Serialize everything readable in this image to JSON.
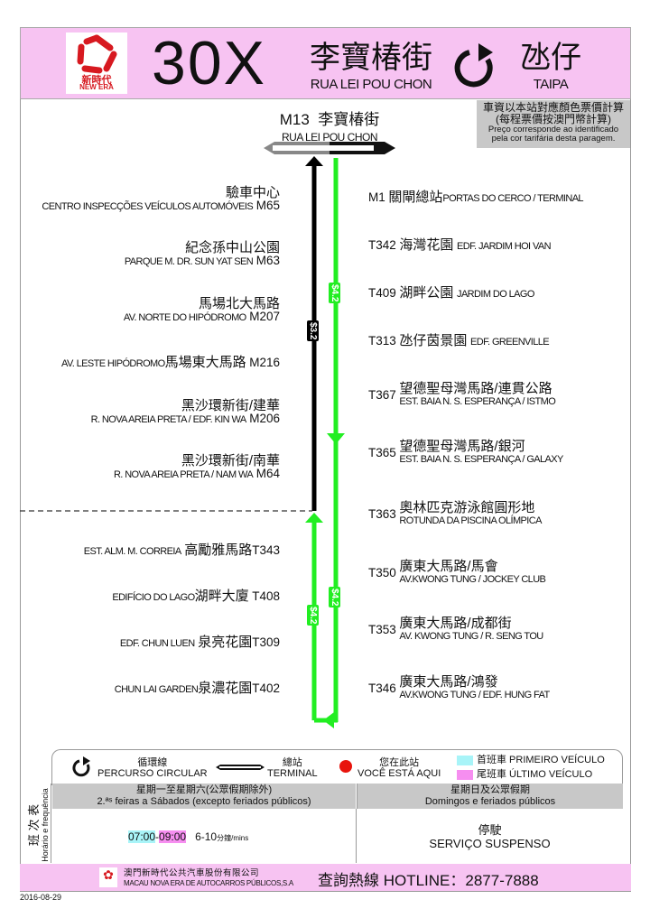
{
  "header": {
    "logo_cn": "新時代",
    "logo_en": "NEW ERA",
    "route_number": "30X",
    "origin_cn": "李寶椿街",
    "origin_en": "RUA LEI POU CHON",
    "circular_icon": "circular-arrow-icon",
    "dest_cn": "氹仔",
    "dest_en": "TAIPA",
    "brand_color": "#d71920",
    "header_bg": "#f7c3f2"
  },
  "current_stop": {
    "code": "M13",
    "cn": "李寶椿街",
    "en": "RUA LEI POU CHON"
  },
  "fare_note": {
    "line1": "車資以本站對應顏色票價計算",
    "line2": "(每程票價按澳門幣計算)",
    "line3": "Preço corresponde ao identificado",
    "line4": "pela cor tarifária desta paragem."
  },
  "fares": {
    "black": "$3.2",
    "green": "$4.2",
    "black_color": "#000000",
    "green_color": "#22ee22"
  },
  "left_stops": [
    {
      "code": "M65",
      "cn": "驗車中心",
      "en": "CENTRO INSPECÇÕES VEÍCULOS AUTOMÓVEIS"
    },
    {
      "code": "M63",
      "cn": "紀念孫中山公園",
      "en": "PARQUE M. DR. SUN YAT SEN"
    },
    {
      "code": "M207",
      "cn": "馬場北大馬路",
      "en": "AV. NORTE DO HIPÓDROMO"
    },
    {
      "code": "M216",
      "cn": "馬場東大馬路",
      "en": "AV. LESTE HIPÓDROMO"
    },
    {
      "code": "M206",
      "cn": "黑沙環新街/建華",
      "en": "R. NOVA AREIA PRETA / EDF. KIN WA"
    },
    {
      "code": "M64",
      "cn": "黑沙環新街/南華",
      "en": "R. NOVA AREIA PRETA / NAM WA"
    },
    {
      "code": "T343",
      "cn": "高勵雅馬路",
      "en": "EST. ALM. M. CORREIA"
    },
    {
      "code": "T408",
      "cn": "湖畔大廈",
      "en": "EDIFÍCIO DO LAGO"
    },
    {
      "code": "T309",
      "cn": "泉亮花園",
      "en": "EDF. CHUN LUEN"
    },
    {
      "code": "T402",
      "cn": "泉濃花園",
      "en": "CHUN LAI GARDEN"
    }
  ],
  "right_stops": [
    {
      "code": "M1",
      "cn": "關閘總站",
      "en": "PORTAS DO CERCO / TERMINAL"
    },
    {
      "code": "T342",
      "cn": "海灣花園",
      "en": "EDF. JARDIM HOI VAN"
    },
    {
      "code": "T409",
      "cn": "湖畔公園",
      "en": "JARDIM DO LAGO"
    },
    {
      "code": "T313",
      "cn": "氹仔茵景園",
      "en": "EDF. GREENVILLE"
    },
    {
      "code": "T367",
      "cn": "望德聖母灣馬路/連貫公路",
      "en": "EST. BAIA N. S. ESPERANÇA / ISTMO"
    },
    {
      "code": "T365",
      "cn": "望德聖母灣馬路/銀河",
      "en": "EST. BAIA N. S. ESPERANÇA / GALAXY"
    },
    {
      "code": "T363",
      "cn": "奧林匹克游泳館圓形地",
      "en": "ROTUNDA DA PISCINA OLÍMPICA"
    },
    {
      "code": "T350",
      "cn": "廣東大馬路/馬會",
      "en": "AV.KWONG TUNG / JOCKEY CLUB"
    },
    {
      "code": "T353",
      "cn": "廣東大馬路/成都街",
      "en": "AV. KWONG TUNG / R. SENG TOU"
    },
    {
      "code": "T346",
      "cn": "廣東大馬路/鴻發",
      "en": "AV.KWONG TUNG / EDF. HUNG FAT"
    }
  ],
  "legend": {
    "circular_cn": "循環線",
    "circular_en": "PERCURSO CIRCULAR",
    "terminal_cn": "總站",
    "terminal_en": "TERMINAL",
    "here_cn": "您在此站",
    "here_en": "VOCÊ ESTÁ AQUI",
    "first_label": "首班車 PRIMEIRO VEÍCULO",
    "last_label": "尾班車 ÚLTIMO VEÍCULO",
    "first_color": "#a8f4f8",
    "last_color": "#f68ef0",
    "here_color": "#e8140c"
  },
  "timetable": {
    "side_cn": "班 次 表",
    "side_pt": "Horário e frequência",
    "weekday_cn": "星期一至星期六(公眾假期除外)",
    "weekday_pt": "2.ªˢ feiras a Sábados (excepto feriados públicos)",
    "holiday_cn": "星期日及公眾假期",
    "holiday_pt": "Domingos e feriados públicos",
    "first": "07:00",
    "sep": "-",
    "last": "09:00",
    "freq": "6-10",
    "freq_unit": "分鐘/mins",
    "suspended_cn": "停駛",
    "suspended_pt": "SERVIÇO SUSPENSO"
  },
  "footer": {
    "company_cn": "澳門新時代公共汽車股份有限公司",
    "company_pt": "MACAU NOVA ERA DE AUTOCARROS PÚBLICOS,S.A",
    "hotline": "查詢熱線 HOTLINE：2877-7888"
  },
  "date": "2016-08-29"
}
